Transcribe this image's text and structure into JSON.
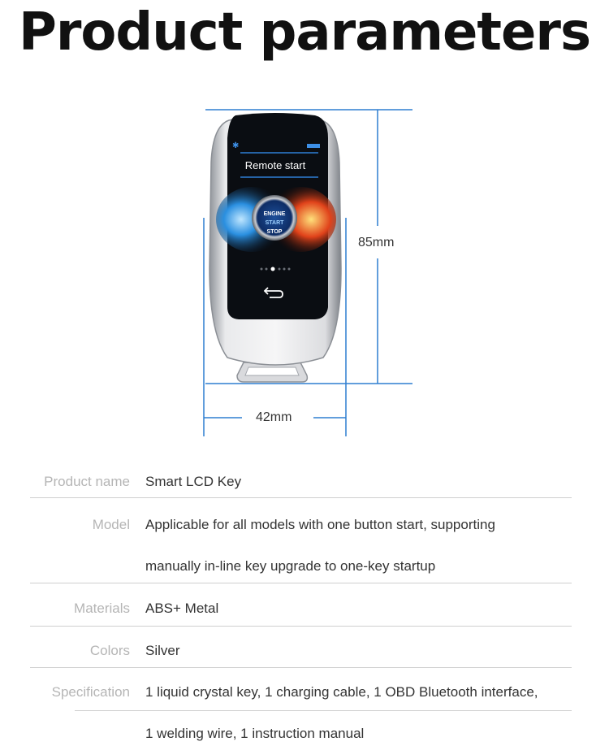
{
  "title": "Product parameters",
  "device": {
    "screen_title": "Remote start",
    "button_lines": [
      "ENGINE",
      "START",
      "STOP"
    ],
    "height_dim": "85mm",
    "width_dim": "42mm"
  },
  "specs": [
    {
      "label": "Product name",
      "lines": [
        "Smart LCD Key"
      ]
    },
    {
      "label": "Model",
      "lines": [
        "Applicable for all models with one button start, supporting",
        "manually in-line key upgrade to one-key startup"
      ]
    },
    {
      "label": "Materials",
      "lines": [
        "ABS+ Metal"
      ]
    },
    {
      "label": "Colors",
      "lines": [
        "Silver"
      ]
    },
    {
      "label": "Specification",
      "lines": [
        "1 liquid crystal key, 1 charging cable, 1 OBD Bluetooth interface,",
        "1 welding wire, 1 instruction manual"
      ]
    }
  ],
  "colors": {
    "dimension_line": "#2f7fd0",
    "text": "#333333",
    "label": "#b5b5b5"
  }
}
